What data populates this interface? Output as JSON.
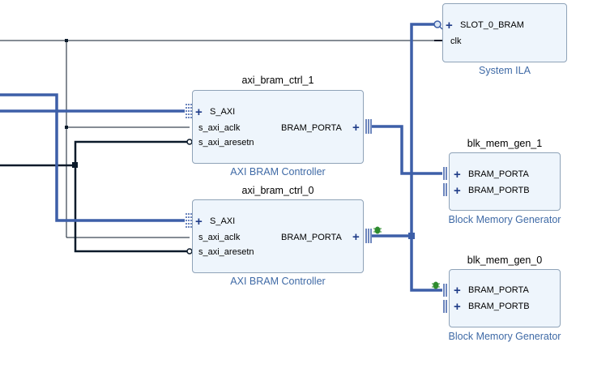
{
  "blocks": {
    "ila": {
      "instance": "",
      "type": "System ILA",
      "pins": {
        "slot": "SLOT_0_BRAM",
        "clk": "clk"
      }
    },
    "ctrl1": {
      "instance": "axi_bram_ctrl_1",
      "type": "AXI BRAM Controller",
      "pins": {
        "s_axi": "S_AXI",
        "clk": "s_axi_aclk",
        "rst": "s_axi_aresetn",
        "porta": "BRAM_PORTA"
      }
    },
    "ctrl0": {
      "instance": "axi_bram_ctrl_0",
      "type": "AXI BRAM Controller",
      "pins": {
        "s_axi": "S_AXI",
        "clk": "s_axi_aclk",
        "rst": "s_axi_aresetn",
        "porta": "BRAM_PORTA"
      }
    },
    "mem1": {
      "instance": "blk_mem_gen_1",
      "type": "Block Memory Generator",
      "pins": {
        "porta": "BRAM_PORTA",
        "portb": "BRAM_PORTB"
      }
    },
    "mem0": {
      "instance": "blk_mem_gen_0",
      "type": "Block Memory Generator",
      "pins": {
        "porta": "BRAM_PORTA",
        "portb": "BRAM_PORTB"
      }
    }
  },
  "colors": {
    "bus": "#3d5fa8",
    "wire": "#0b1a2a",
    "block_fill": "#eef5fc",
    "block_border": "#8fa3b8",
    "type_label": "#3f6aa6",
    "debug_icon": "#2e8b2e"
  },
  "icons": [
    "plus-icon",
    "bus-pin-icon",
    "magnifier-icon",
    "debug-bug-icon",
    "reset-bubble-icon"
  ]
}
